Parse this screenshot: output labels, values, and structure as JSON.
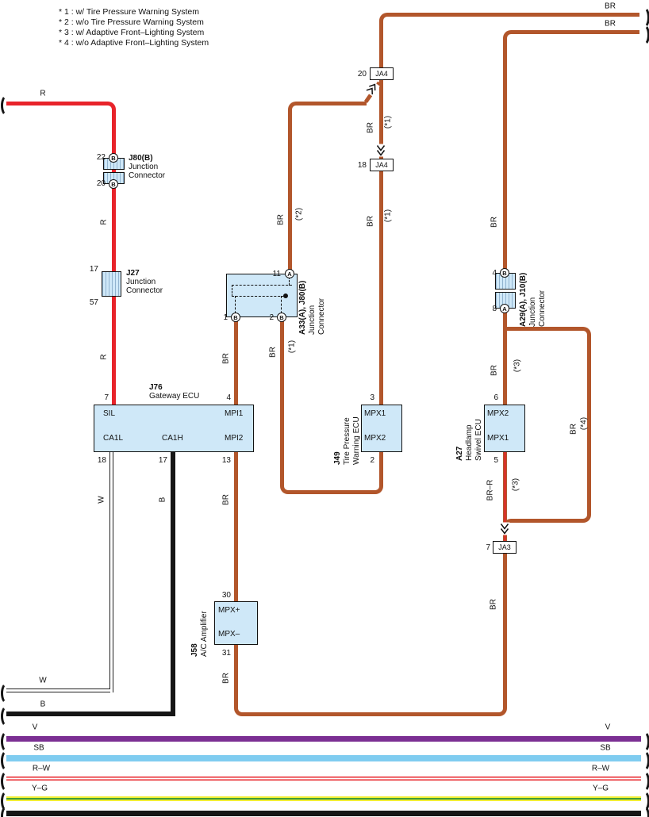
{
  "legend": {
    "items": [
      "* 1 : w/ Tire Pressure Warning System",
      "* 2 : w/o Tire Pressure Warning System",
      "* 3 : w/ Adaptive Front–Lighting System",
      "* 4 : w/o Adaptive Front–Lighting System"
    ]
  },
  "components": {
    "j80b": {
      "id": "J80(B)",
      "type_line1": "Junction",
      "type_line2": "Connector",
      "pin_top": "22",
      "pin_bottom": "20",
      "circle_top": "B",
      "circle_bottom": "B"
    },
    "j27": {
      "id": "J27",
      "type_line1": "Junction",
      "type_line2": "Connector",
      "pin_top": "17",
      "pin_bottom": "57"
    },
    "j76": {
      "id": "J76",
      "name": "Gateway ECU",
      "pin_sil": "7",
      "pin_mpi1": "4",
      "pin_ca1l": "18",
      "pin_ca1h": "17",
      "pin_mpi2": "13",
      "label_sil": "SIL",
      "label_mpi1": "MPI1",
      "label_ca1l": "CA1L",
      "label_ca1h": "CA1H",
      "label_mpi2": "MPI2"
    },
    "a33": {
      "id": "A33(A), J80(B)",
      "type_line1": "Junction",
      "type_line2": "Connector",
      "pin_11": "11",
      "pin_1": "1",
      "pin_2": "2",
      "circle_11": "A",
      "circle_1": "B",
      "circle_2": "B"
    },
    "j49": {
      "id": "J49",
      "name_line1": "Tire Pressure",
      "name_line2": "Warning ECU",
      "label_top": "MPX1",
      "label_bottom": "MPX2",
      "pin_top": "3",
      "pin_bottom": "2"
    },
    "a29": {
      "id": "A29(A), J10(B)",
      "type_line1": "Junction",
      "type_line2": "Connector",
      "pin_top": "4",
      "pin_bottom": "8",
      "circle_top": "B",
      "circle_bottom": "A"
    },
    "a27": {
      "id": "A27",
      "name_line1": "Headlamp",
      "name_line2": "Swivel ECU",
      "label_top": "MPX2",
      "label_bottom": "MPX1",
      "pin_top": "6",
      "pin_bottom": "5"
    },
    "j58": {
      "id": "J58",
      "name": "A/C Amplifier",
      "label_top": "MPX+",
      "label_bottom": "MPX–",
      "pin_top": "30",
      "pin_bottom": "31"
    },
    "ja4_top": {
      "label": "JA4",
      "pin": "20"
    },
    "ja4_mid": {
      "label": "JA4",
      "pin": "18"
    },
    "ja3": {
      "label": "JA3",
      "pin": "7"
    }
  },
  "wire_labels": {
    "r_top": "R",
    "r_v1": "R",
    "r_v2": "R",
    "br_mpi1": "BR",
    "br_pin2": "BR",
    "br_pin2_note": "(*1)",
    "br_star2": "BR",
    "br_star2_note": "(*2)",
    "br_ja4_mid": "BR",
    "br_ja4_mid_note": "(*1)",
    "br_ja4_low": "BR",
    "br_ja4_low_note": "(*1)",
    "br_right_1": "BR",
    "br_right_2": "BR",
    "br_a29": "BR",
    "br_star3": "BR",
    "br_star3_note": "(*3)",
    "br_star4": "BR",
    "br_star4_note": "(*4)",
    "brr": "BR–R",
    "brr_note": "(*3)",
    "br_ja3": "BR",
    "br_mpi2": "BR",
    "br_j58": "BR",
    "w_v": "W",
    "b_v": "B",
    "w_h": "W",
    "b_h": "B",
    "v_left": "V",
    "v_right": "V",
    "sb_left": "SB",
    "sb_right": "SB",
    "rw_left": "R–W",
    "rw_right": "R–W",
    "yg_left": "Y–G",
    "yg_right": "Y–G"
  },
  "colors": {
    "red": "#e8232a",
    "brown": "#b2562b",
    "black": "#161616",
    "violet": "#7b2f93",
    "skyblue": "#7fccf0",
    "yellow": "#f0ee33",
    "green": "#3f9c35",
    "boxfill": "#cfe8f8"
  }
}
